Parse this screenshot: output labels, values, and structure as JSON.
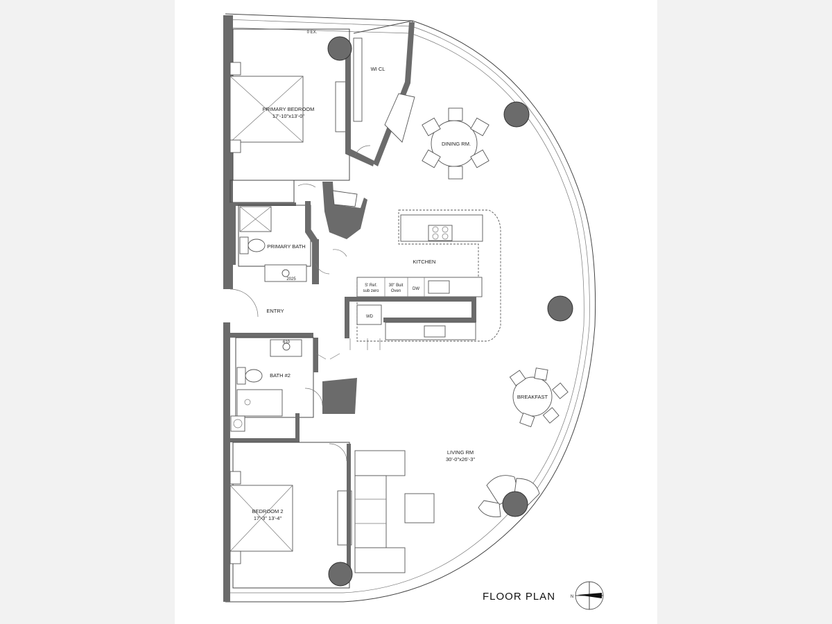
{
  "title": "FLOOR PLAN",
  "compass": {
    "label": "N"
  },
  "rooms": {
    "primary_bedroom": {
      "name": "PRIMARY BEDROOM",
      "size": "17'-10\"x13'-0\""
    },
    "walk_in_closet": {
      "name": "WI CL"
    },
    "dining": {
      "name": "DINING RM."
    },
    "primary_bath": {
      "name": "PRIMARY BATH"
    },
    "kitchen": {
      "name": "KITCHEN"
    },
    "entry": {
      "name": "ENTRY"
    },
    "bath2": {
      "name": "BATH #2"
    },
    "breakfast": {
      "name": "BREAKFAST"
    },
    "living": {
      "name": "LIVING RM",
      "size": "30'-0\"x26'-3\""
    },
    "bedroom2": {
      "name": "BEDROOM 2",
      "size": "17'-3\" 13'-4\""
    }
  },
  "fixtures": {
    "fridge": {
      "line1": "S' Ref.",
      "line2": "sub zero"
    },
    "oven": {
      "line1": "30\" Buit",
      "line2": "Oven"
    },
    "dishwasher": "DW",
    "washer": "WD",
    "bath_sink": "2025",
    "bath2_sink": "610",
    "cl_ref": "0 EX."
  }
}
